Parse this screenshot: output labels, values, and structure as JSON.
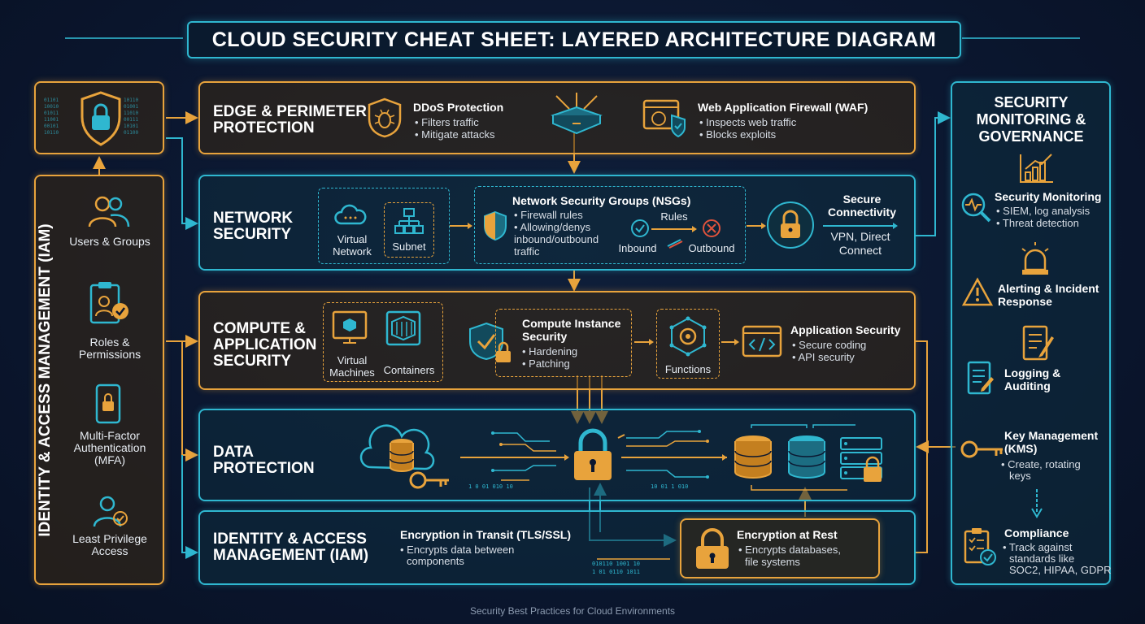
{
  "title": "CLOUD SECURITY CHEAT SHEET: LAYERED ARCHITECTURE DIAGRAM",
  "footer": "Security Best Practices for Cloud Environments",
  "iam_sidebar": {
    "vertical_title": "IDENTITY & ACCESS MANAGEMENT (IAM)",
    "items": [
      {
        "label": "Users & Groups",
        "icon": "users-icon"
      },
      {
        "label": "Roles & Permissions",
        "icon": "clipboard-check-icon"
      },
      {
        "label": "Multi-Factor Authentication (MFA)",
        "icon": "phone-lock-icon"
      },
      {
        "label": "Least Privilege Access",
        "icon": "user-check-icon"
      }
    ]
  },
  "layers": {
    "edge": {
      "title": "EDGE & PERIMETER PROTECTION",
      "ddos": {
        "title": "DDoS Protection",
        "bullets": [
          "• Filters traffic",
          "• Mitigate attacks"
        ]
      },
      "waf": {
        "title": "Web Application Firewall (WAF)",
        "bullets": [
          "• Inspects web traffic",
          "• Blocks exploits"
        ]
      }
    },
    "network": {
      "title": "NETWORK SECURITY",
      "vnet_label": "Virtual Network",
      "subnet_label": "Subnet",
      "nsg": {
        "title": "Network Security Groups (NSGs)",
        "bullets": [
          "• Firewall rules",
          "• Allowing/denys inbound/outbound traffic"
        ]
      },
      "rules_label": "Rules",
      "inbound_label": "Inbound",
      "outbound_label": "Outbound",
      "secure": {
        "title": "Secure Connectivity",
        "text": "VPN, Direct Connect"
      }
    },
    "compute": {
      "title": "COMPUTE & APPLICATION SECURITY",
      "vm_label": "Virtual Machines",
      "containers_label": "Containers",
      "instance": {
        "title": "Compute Instance Security",
        "bullets": [
          "• Hardening",
          "• Patching"
        ]
      },
      "functions_label": "Functions",
      "app": {
        "title": "Application Security",
        "bullets": [
          "• Secure coding",
          "• API security"
        ]
      }
    },
    "data": {
      "title": "DATA PROTECTION"
    },
    "iam": {
      "title": "IDENTITY & ACCESS MANAGEMENT (IAM)",
      "transit": {
        "title": "Encryption in Transit (TLS/SSL)",
        "bullets": [
          "• Encrypts data between",
          "components"
        ]
      },
      "rest": {
        "title": "Encryption at Rest",
        "bullets": [
          "• Encrypts databases,",
          "file systems"
        ]
      }
    }
  },
  "governance": {
    "title": "SECURITY MONITORING & GOVERNANCE",
    "items": [
      {
        "title": "Security Monitoring",
        "bullets": [
          "• SIEM, log analysis",
          "• Threat detection"
        ]
      },
      {
        "title": "Alerting & Incident Response",
        "bullets": []
      },
      {
        "title": "Logging & Auditing",
        "bullets": []
      },
      {
        "title": "Key Management (KMS)",
        "bullets": [
          "• Create, rotating",
          "keys"
        ]
      },
      {
        "title": "Compliance",
        "bullets": [
          "• Track against",
          "standards like",
          "SOC2, HIPAA, GDPR"
        ]
      }
    ]
  },
  "colors": {
    "orange": "#e8a33c",
    "teal": "#2fb7d0",
    "red": "#e0533c",
    "bg": "#0b1730"
  }
}
